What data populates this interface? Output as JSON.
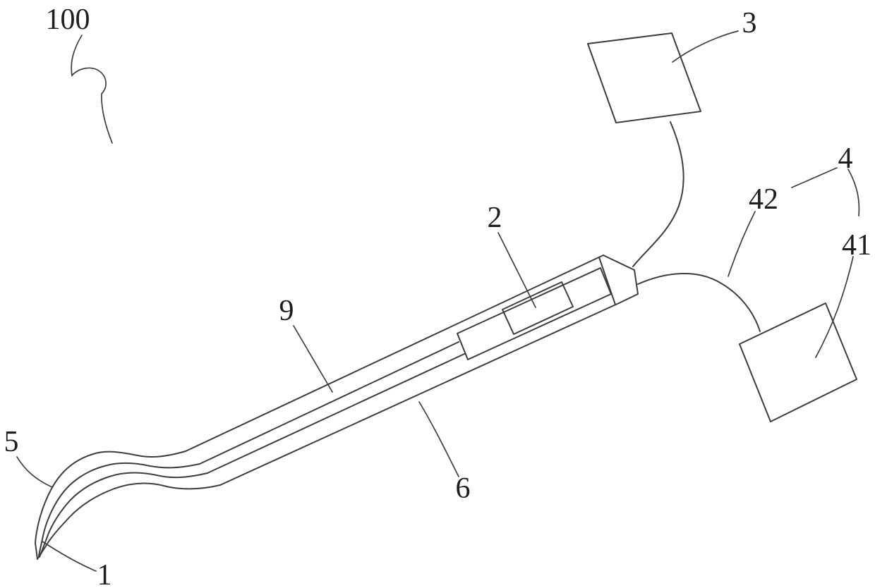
{
  "figure": {
    "colors": {
      "background": "#ffffff",
      "line": "#3d3d3d",
      "ink": "#1e1e1e"
    },
    "labels": {
      "ref_100": "100",
      "ref_1": "1",
      "ref_2": "2",
      "ref_3": "3",
      "ref_4": "4",
      "ref_41": "41",
      "ref_42": "42",
      "ref_5": "5",
      "ref_6": "6",
      "ref_9": "9"
    }
  }
}
